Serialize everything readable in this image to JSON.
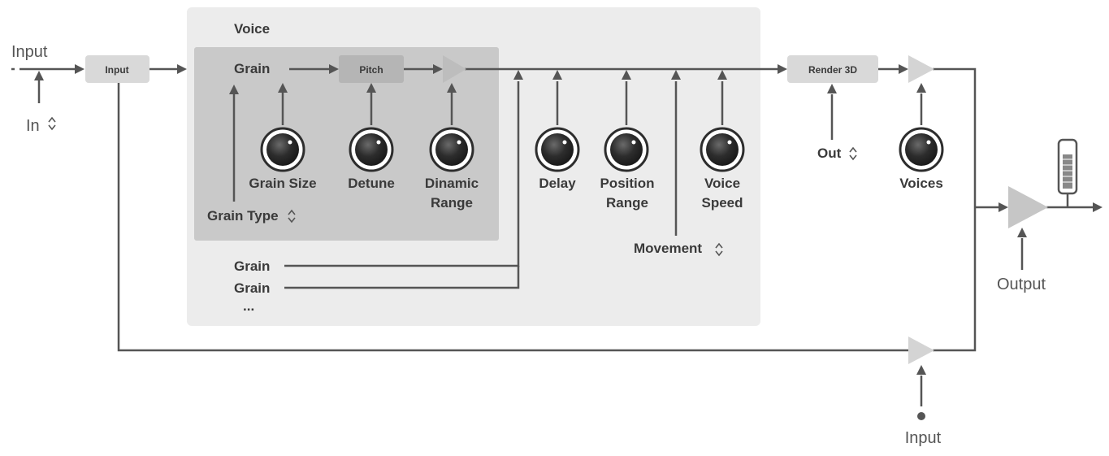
{
  "labels": {
    "input_left": "Input",
    "in_ctrl": "In",
    "input_box": "Input",
    "voice_title": "Voice",
    "grain_title": "Grain",
    "pitch_box": "Pitch",
    "grain_size": "Grain Size",
    "detune": "Detune",
    "dinamic_1": "Dinamic",
    "dinamic_2": "Range",
    "grain_type": "Grain Type",
    "delay": "Delay",
    "position_1": "Position",
    "position_2": "Range",
    "voice_speed_1": "Voice",
    "voice_speed_2": "Speed",
    "movement": "Movement",
    "grain_row_1": "Grain",
    "grain_row_2": "Grain",
    "ellipsis": "...",
    "render_box": "Render 3D",
    "out_ctrl": "Out",
    "voices": "Voices",
    "output": "Output",
    "input_bottom": "Input"
  },
  "icons": {
    "updown": "up-down-arrows-icon",
    "knob": "knob-icon",
    "meter": "level-meter-icon"
  },
  "colors": {
    "voice_panel": "#ececec",
    "grain_panel": "#c9c9c9",
    "box": "#d9d9d9",
    "pitch_box": "#b5b5b5",
    "triangle": "#c6c6c6",
    "wire": "#555555",
    "knob": "#2d2d2d"
  }
}
